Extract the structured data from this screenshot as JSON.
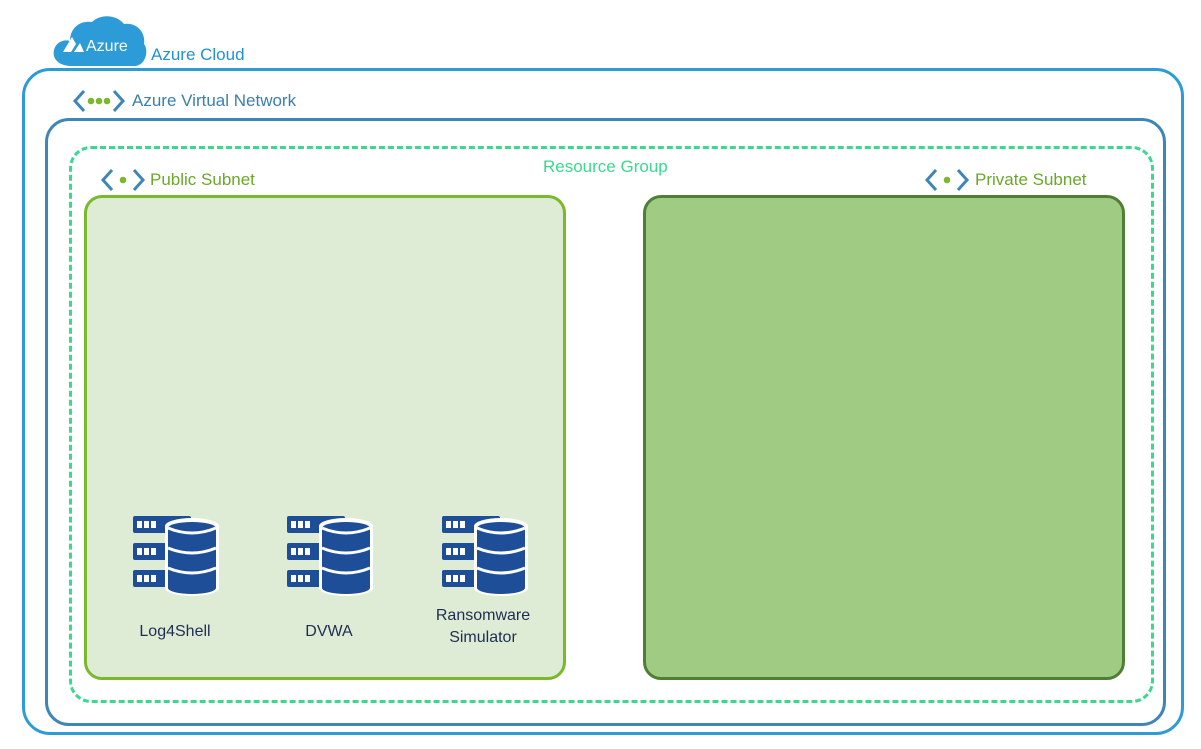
{
  "cloud": {
    "badge": "Azure",
    "label": "Azure Cloud"
  },
  "vnet": {
    "label": "Azure Virtual Network"
  },
  "resource_group": {
    "label": "Resource Group"
  },
  "public_subnet": {
    "label": "Public Subnet",
    "servers": [
      {
        "lines": [
          "Log4Shell"
        ]
      },
      {
        "lines": [
          "DVWA"
        ]
      },
      {
        "lines": [
          "Ransomware",
          "Simulator"
        ]
      }
    ]
  },
  "private_subnet": {
    "label": "Private Subnet"
  },
  "colors": {
    "cloud_border": "#2d9bd8",
    "vnet_border": "#3f86b8",
    "rg_border": "#3ad98f",
    "public_fill": "#deecd5",
    "public_border": "#7ab82c",
    "private_fill": "#a0cb83",
    "private_border": "#4f7f35",
    "server_icon": "#1f4e99"
  }
}
